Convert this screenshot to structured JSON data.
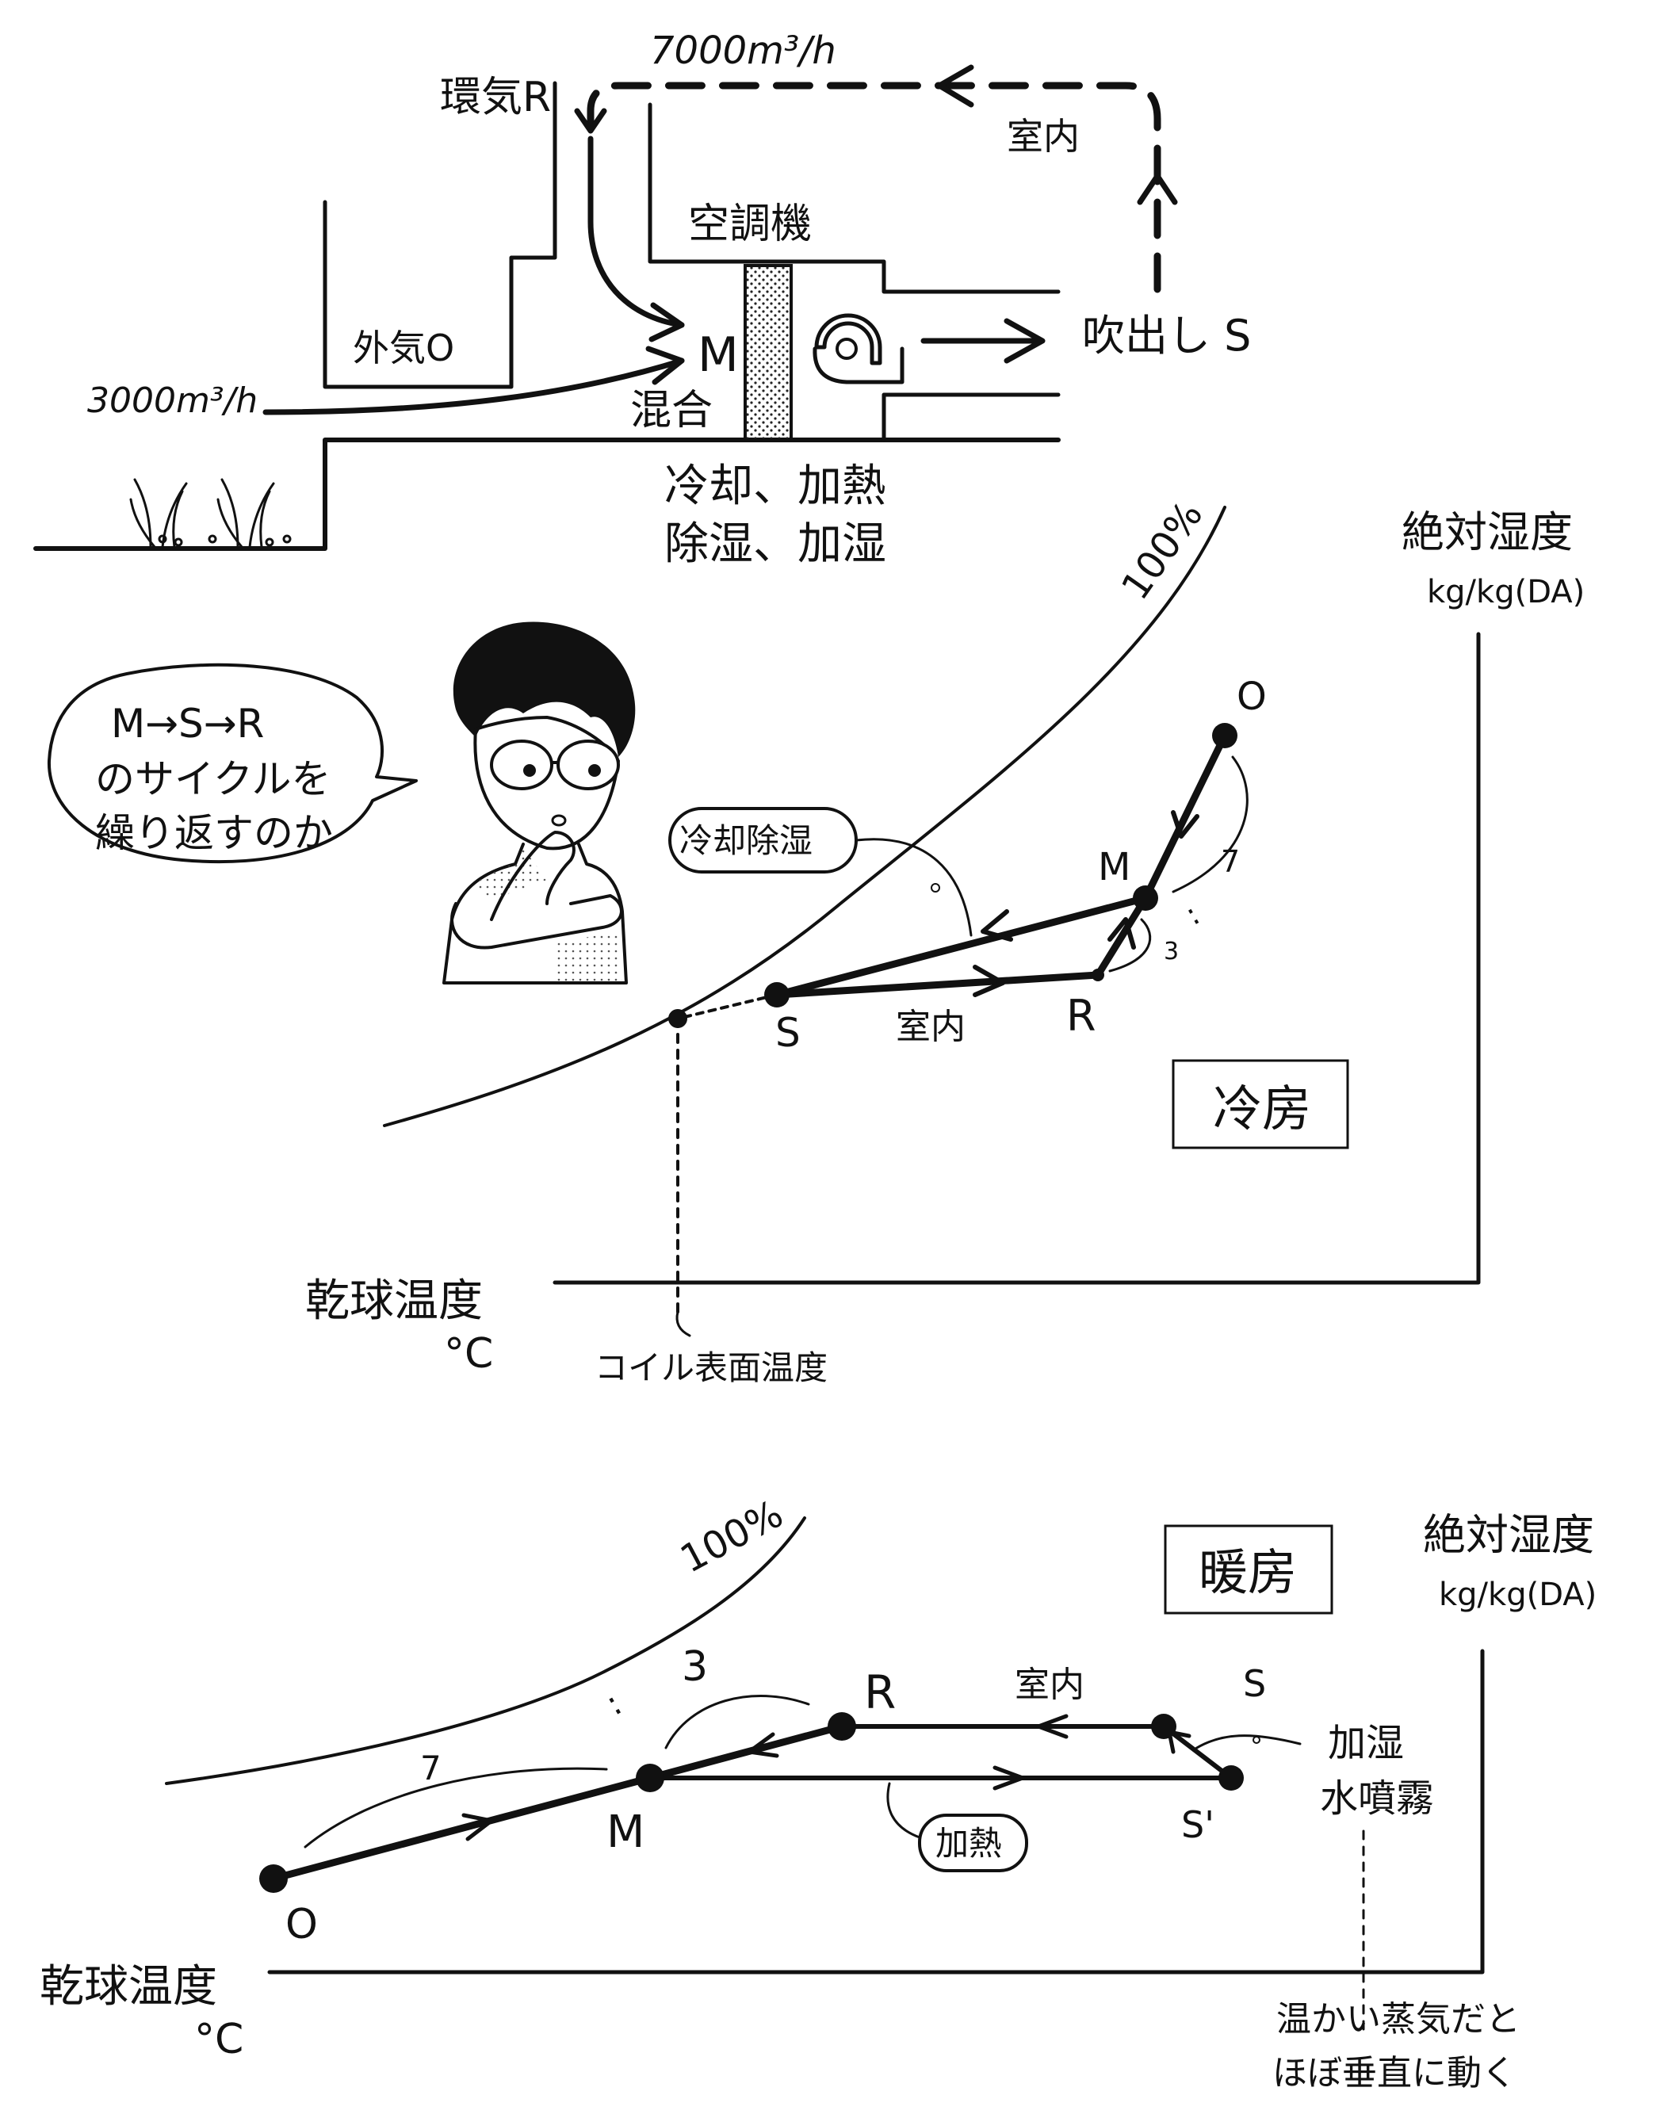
{
  "top_diagram": {
    "return_air_label": "環気R",
    "return_flow": "7000m³/h",
    "room_label": "室内",
    "ahu_label": "空調機",
    "outside_air_label": "外気O",
    "outside_flow": "3000m³/h",
    "mix_point": "M",
    "mix_label": "混合",
    "supply_label": "吹出し S",
    "process_line1": "冷却、加熱",
    "process_line2": "除湿、加湿"
  },
  "speech": {
    "line1": "M→S→R",
    "line2": "のサイクルを",
    "line3": "繰り返すのか"
  },
  "cooling_chart": {
    "saturation_label": "100%",
    "y_axis_line1": "絶対湿度",
    "y_axis_line2": "kg/kg(DA)",
    "x_axis_line1": "乾球温度",
    "x_axis_line2": "°C",
    "point_O": "O",
    "point_M": "M",
    "point_S": "S",
    "point_R": "R",
    "ratio_7": "7",
    "ratio_3": "3",
    "ratio_colon": ":",
    "process_label": "冷却除湿",
    "room_label": "室内",
    "mode_label": "冷房",
    "coil_label": "コイル表面温度"
  },
  "heating_chart": {
    "saturation_label": "100%",
    "mode_label": "暖房",
    "y_axis_line1": "絶対湿度",
    "y_axis_line2": "kg/kg(DA)",
    "x_axis_line1": "乾球温度",
    "x_axis_line2": "°C",
    "ratio_colon": ":",
    "ratio_3": "3",
    "ratio_7": "7",
    "point_R": "R",
    "point_M": "M",
    "point_O": "O",
    "point_S": "S",
    "point_S_prime": "S'",
    "room_label": "室内",
    "humidify_line1": "加湿",
    "humidify_line2": "水噴霧",
    "heat_label": "加熱",
    "steam_line1": "温かい蒸気だと",
    "steam_line2": "ほぼ垂直に動く"
  }
}
